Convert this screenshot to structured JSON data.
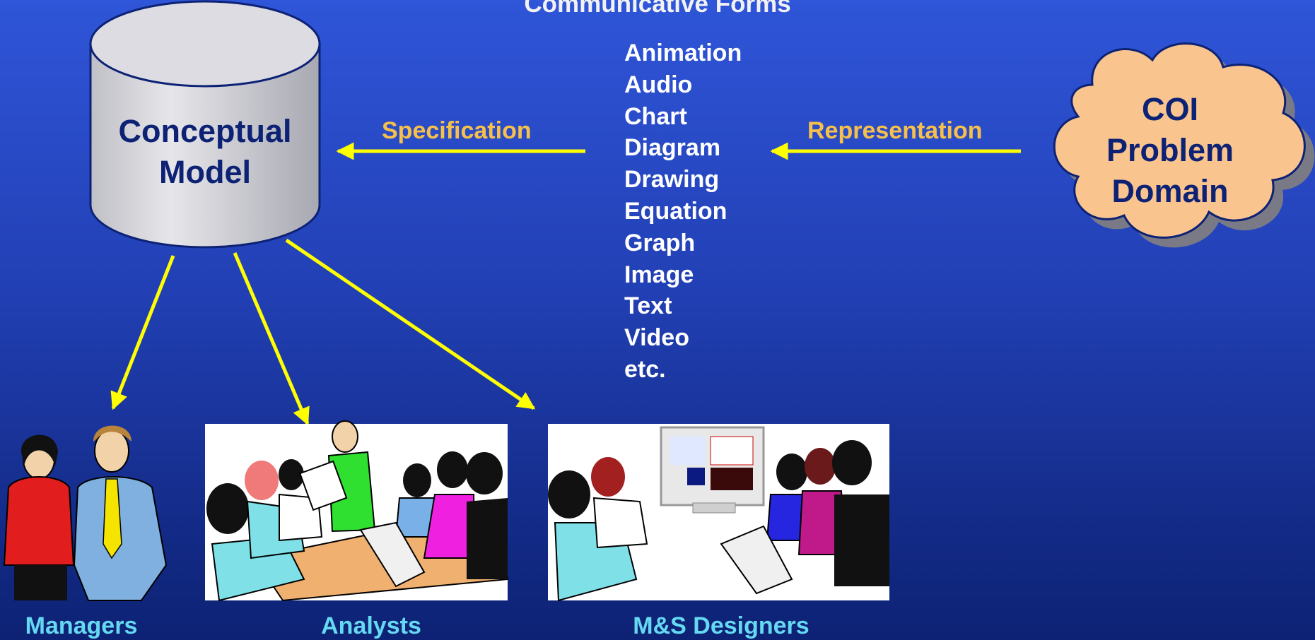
{
  "title": "Communicative Forms",
  "forms": [
    "Animation",
    "Audio",
    "Chart",
    "Diagram",
    "Drawing",
    "Equation",
    "Graph",
    "Image",
    "Text",
    "Video",
    "etc."
  ],
  "labels": {
    "specification": "Specification",
    "representation": "Representation"
  },
  "conceptual_model": {
    "line1": "Conceptual",
    "line2": "Model"
  },
  "coi": {
    "line1": "COI",
    "line2": "Problem",
    "line3": "Domain"
  },
  "audiences": {
    "managers": "Managers",
    "analysts": "Analysts",
    "designers": "M&S Designers"
  },
  "colors": {
    "arrow": "#ffff00",
    "label_gold": "#f6c04b",
    "caption_cyan": "#66d9f2",
    "cloud_fill": "#f9c48e",
    "cylinder_fill": "#d9d9de",
    "node_text": "#0d2274"
  }
}
